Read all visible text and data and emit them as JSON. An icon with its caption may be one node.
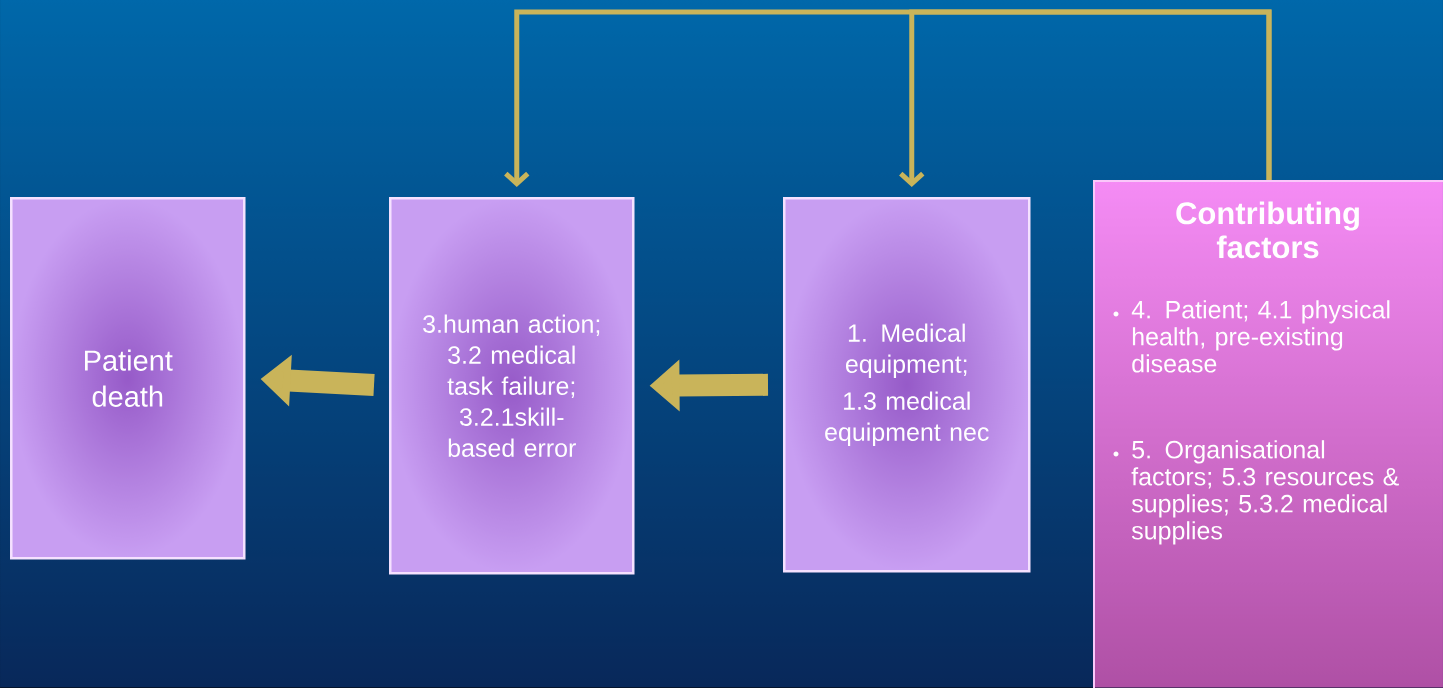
{
  "diagram": {
    "nodes": [
      {
        "text": [
          "Patient death"
        ]
      },
      {
        "text": [
          "3.human action; 3.2 medical task failure; 3.2.1skill-based error"
        ]
      },
      {
        "text": [
          "1. Medical equipment;",
          "1.3 medical equipment nec"
        ]
      },
      {
        "text": [
          "Contributing factors",
          "4. Patient; 4.1 physical health, pre-existing disease",
          "5. Organisational factors; 5.3 resources & supplies; 5.3.2 medical supplies"
        ]
      }
    ],
    "edges": [
      {
        "from": 1,
        "to": 0,
        "arrow": "to",
        "style": "thick"
      },
      {
        "from": 2,
        "to": 1,
        "arrow": "to",
        "style": "thick"
      },
      {
        "from": 3,
        "to": 1,
        "arrow": "to"
      },
      {
        "from": 3,
        "to": 2,
        "arrow": "to"
      }
    ]
  }
}
